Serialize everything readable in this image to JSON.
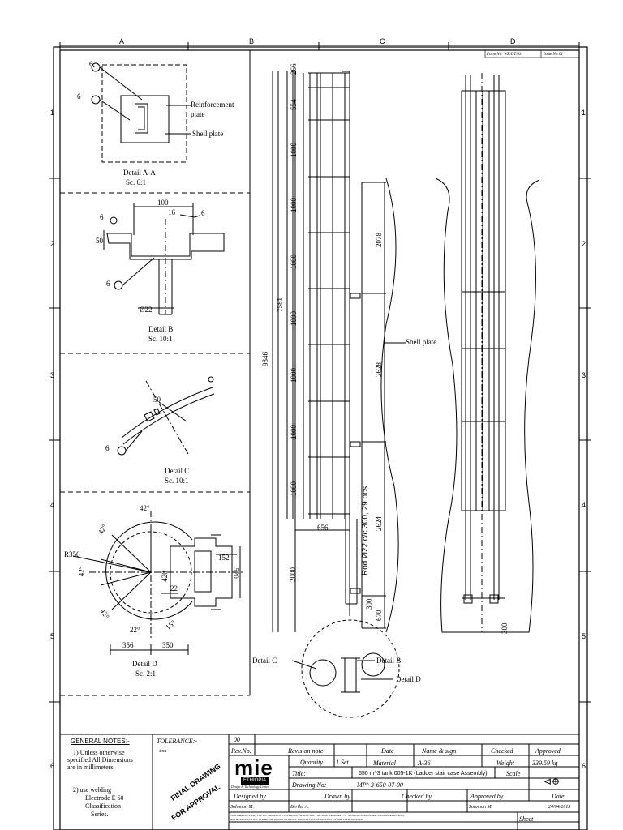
{
  "grid": {
    "columns": [
      "A",
      "B",
      "C",
      "D"
    ],
    "rows": [
      "1",
      "2",
      "3",
      "4",
      "5",
      "6"
    ]
  },
  "header_refs": {
    "form_no": "Form No: WE/DT/03",
    "issue_no": "Issue No:01"
  },
  "detail_aa": {
    "weld1": "6",
    "weld2": "6",
    "label_reinforcement": "Reinforcement",
    "label_plate": "plate",
    "label_shell": "Shell plate",
    "title": "Detail A-A",
    "scale": "Sc. 6:1"
  },
  "detail_b": {
    "dim_100": "100",
    "dim_16": "16",
    "weld_top_right": "6",
    "weld_top_left": "6",
    "dim_50": "50",
    "weld_bottom": "6",
    "dim_22": "Ø22",
    "title": "Detail B",
    "scale": "Sc. 10:1"
  },
  "detail_c": {
    "dim_50": "50",
    "weld": "6",
    "title": "Detail C",
    "scale": "Sc. 10:1"
  },
  "detail_d": {
    "angle_top": "42°",
    "angle_left_top": "42°",
    "angle_left": "42°",
    "angle_left_bottom": "42°",
    "angle_bottom": "22°",
    "angle_bottom_right": "15°",
    "radius": "R356",
    "dim_152": "152",
    "dim_420": "420",
    "dim_520": "520",
    "dim_22": "22",
    "dim_356": "356",
    "dim_350": "350",
    "title": "Detail D",
    "scale": "Sc. 2:1"
  },
  "side_view": {
    "dim_266": "266",
    "dim_554": "554",
    "dim_1000_a": "1000",
    "dim_1000_b": "1000",
    "dim_1000_c": "1000",
    "dim_1000_d": "1000",
    "dim_1000_e": "1000",
    "dim_1000_f": "1000",
    "dim_1000_g": "1000",
    "dim_7581": "7581",
    "dim_9846": "9846",
    "dim_2078": "2078",
    "dim_2628": "2628",
    "dim_2624": "2624",
    "rod_note": "Rod Ø22 c/c 300, 29 pcs",
    "dim_656": "656",
    "dim_2000": "2000",
    "dim_300": "300",
    "dim_670": "670",
    "shell_label": "Shell plate"
  },
  "front_view": {
    "dim_300": "300"
  },
  "plan_view": {
    "detail_c": "Detail C",
    "detail_b": "Detail B",
    "detail_d": "Detail D"
  },
  "notes": {
    "heading": "GENERAL NOTES:-",
    "note1": "1) Unless otherwise",
    "note1b": "specified All Dimensions",
    "note1c": "are in millimeters.",
    "note2": "2)  use welding",
    "note2b": "Electrode E 60",
    "note2c": "Classification",
    "note2d": "Series."
  },
  "tolerance": {
    "label": "TOLERANCE:-",
    "value": "±xx",
    "stamp1": "FINAL DRAWING",
    "stamp2": "FOR APPROVAL"
  },
  "logo": {
    "name": "mie",
    "sub": "ETHIOPIA",
    "tagline": "Design & Technology Center"
  },
  "title_block": {
    "rev_value": "00",
    "rev_no": "Rev.No.",
    "revision_note": "Revision note",
    "date": "Date",
    "name_sign": "Name & sign",
    "checked": "Checked",
    "approved": "Approved",
    "quantity_label": "Quantity",
    "quantity_value": "1 Set",
    "material_label": "Material",
    "material_value": "A-36",
    "weight_label": "Weight",
    "weight_value": "339.59 kg",
    "title_label": "Title:",
    "title_value": "650 m^3 tank 005-1K (Ladder stair case Assembly)",
    "scale_label": "Scale",
    "drawing_no_label": "Drawing No:",
    "drawing_no_value": "MP^ 3-650-07-00",
    "designed_by": "Designed by",
    "drawn_by": "Drawn by",
    "checked_by": "Checked by",
    "approved_by": "Approved by",
    "date2": "Date",
    "designer": "Solomon M.",
    "drawer": "Berihu A.",
    "approver": "Solomon M.",
    "date_value": "24/04/2013",
    "disclaimer1": "THIS DRAWING AND THE INFORMATION CONTAINED HEREIN ARE THE SOLE PROPERTY OF MESSEBO INDUSTRIAL ENGINEERING (MIE).",
    "disclaimer2": "ANY REPRODUCTION IN PART OR WHOLE WITHOUT THE WRITTEN PERMISSION OF MIE IS PROHIBITED.",
    "sheet": "Sheet"
  }
}
